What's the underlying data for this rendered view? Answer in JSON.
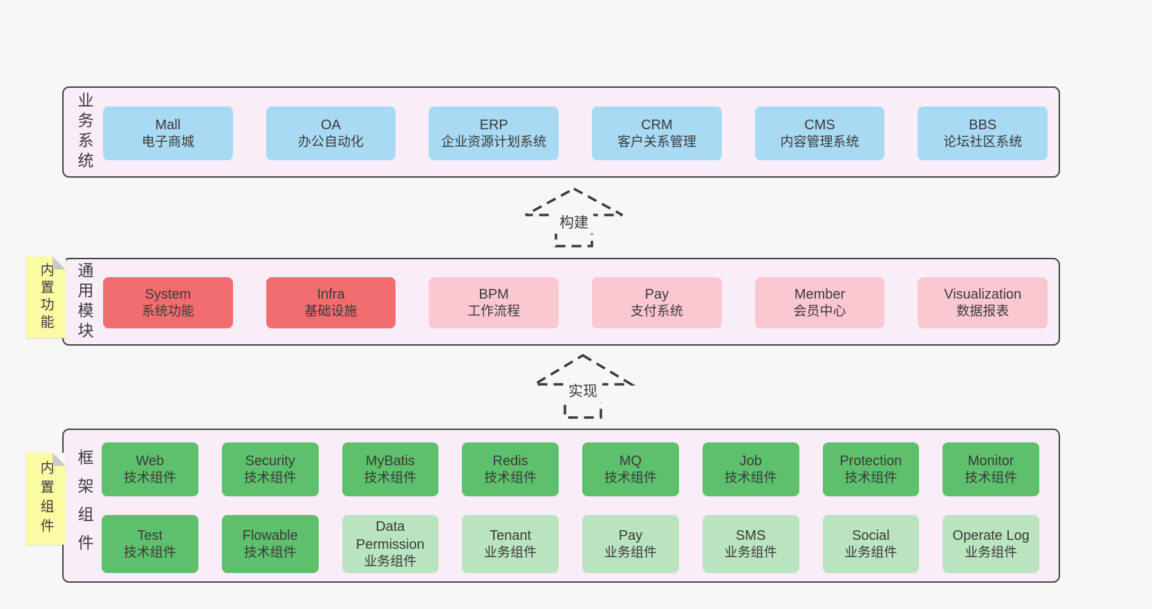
{
  "colors": {
    "page_bg": "#f7f7f7",
    "panel_bg": "#f9edf7",
    "panel_border": "#424242",
    "business_box_blue": "#a8daf4",
    "module_box_red": "#f26d6f",
    "module_box_pink": "#fbc8d2",
    "component_box_green": "#5ec06d",
    "component_box_light_green": "#bae4bf",
    "note_yellow": "#fbfba3",
    "note_fold_gray": "#c9c9c9",
    "text": "#3a3a3a"
  },
  "arrows": [
    {
      "label": "构建"
    },
    {
      "label": "实现"
    }
  ],
  "layers": {
    "business": {
      "label": "业务系统",
      "boxes": [
        {
          "en": "Mall",
          "cn": "电子商城"
        },
        {
          "en": "OA",
          "cn": "办公自动化"
        },
        {
          "en": "ERP",
          "cn": "企业资源计划系统"
        },
        {
          "en": "CRM",
          "cn": "客户关系管理"
        },
        {
          "en": "CMS",
          "cn": "内容管理系统"
        },
        {
          "en": "BBS",
          "cn": "论坛社区系统"
        }
      ]
    },
    "modules": {
      "label": "通用模块",
      "note": "内置功能",
      "boxes": [
        {
          "en": "System",
          "cn": "系统功能"
        },
        {
          "en": "Infra",
          "cn": "基础设施"
        },
        {
          "en": "BPM",
          "cn": "工作流程"
        },
        {
          "en": "Pay",
          "cn": "支付系统"
        },
        {
          "en": "Member",
          "cn": "会员中心"
        },
        {
          "en": "Visualization",
          "cn": "数据报表"
        }
      ]
    },
    "components": {
      "label": "框架组件",
      "note": "内置组件",
      "row1": [
        {
          "en": "Web",
          "cn": "技术组件"
        },
        {
          "en": "Security",
          "cn": "技术组件"
        },
        {
          "en": "MyBatis",
          "cn": "技术组件"
        },
        {
          "en": "Redis",
          "cn": "技术组件"
        },
        {
          "en": "MQ",
          "cn": "技术组件"
        },
        {
          "en": "Job",
          "cn": "技术组件"
        },
        {
          "en": "Protection",
          "cn": "技术组件"
        },
        {
          "en": "Monitor",
          "cn": "技术组件"
        }
      ],
      "row2": [
        {
          "en": "Test",
          "cn": "技术组件"
        },
        {
          "en": "Flowable",
          "cn": "技术组件"
        },
        {
          "en": "Data Permission",
          "cn": "业务组件"
        },
        {
          "en": "Tenant",
          "cn": "业务组件"
        },
        {
          "en": "Pay",
          "cn": "业务组件"
        },
        {
          "en": "SMS",
          "cn": "业务组件"
        },
        {
          "en": "Social",
          "cn": "业务组件"
        },
        {
          "en": "Operate Log",
          "cn": "业务组件"
        }
      ]
    }
  }
}
